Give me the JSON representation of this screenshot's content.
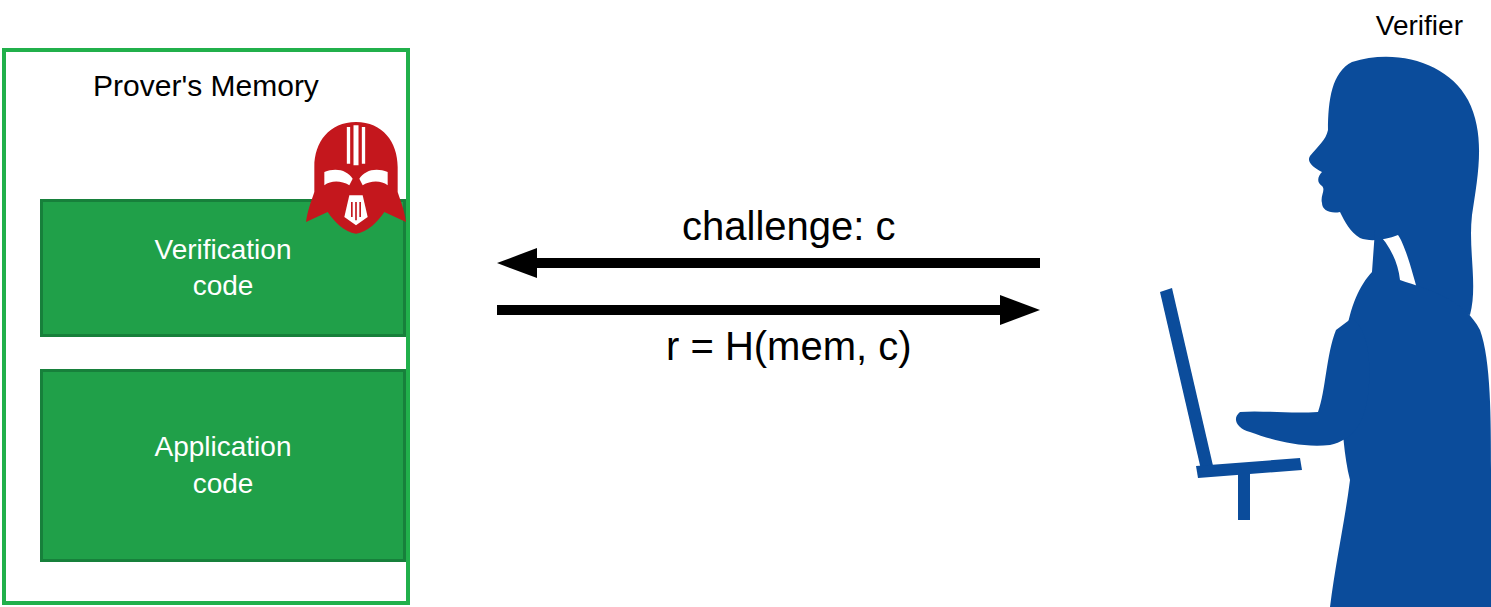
{
  "diagram": {
    "nodes": [
      {
        "text": [
          "Prover's Memory"
        ]
      },
      {
        "text": [
          "Verification code"
        ],
        "in": 0
      },
      {
        "text": [
          "Application code"
        ],
        "in": 0
      },
      {
        "text": [
          "Verifier"
        ]
      }
    ],
    "edges": [
      {
        "from": 3,
        "to": 0,
        "arrow": "to",
        "label": "challenge: c"
      },
      {
        "from": 0,
        "to": 3,
        "arrow": "to",
        "label": "r = H(mem, c)"
      }
    ]
  }
}
